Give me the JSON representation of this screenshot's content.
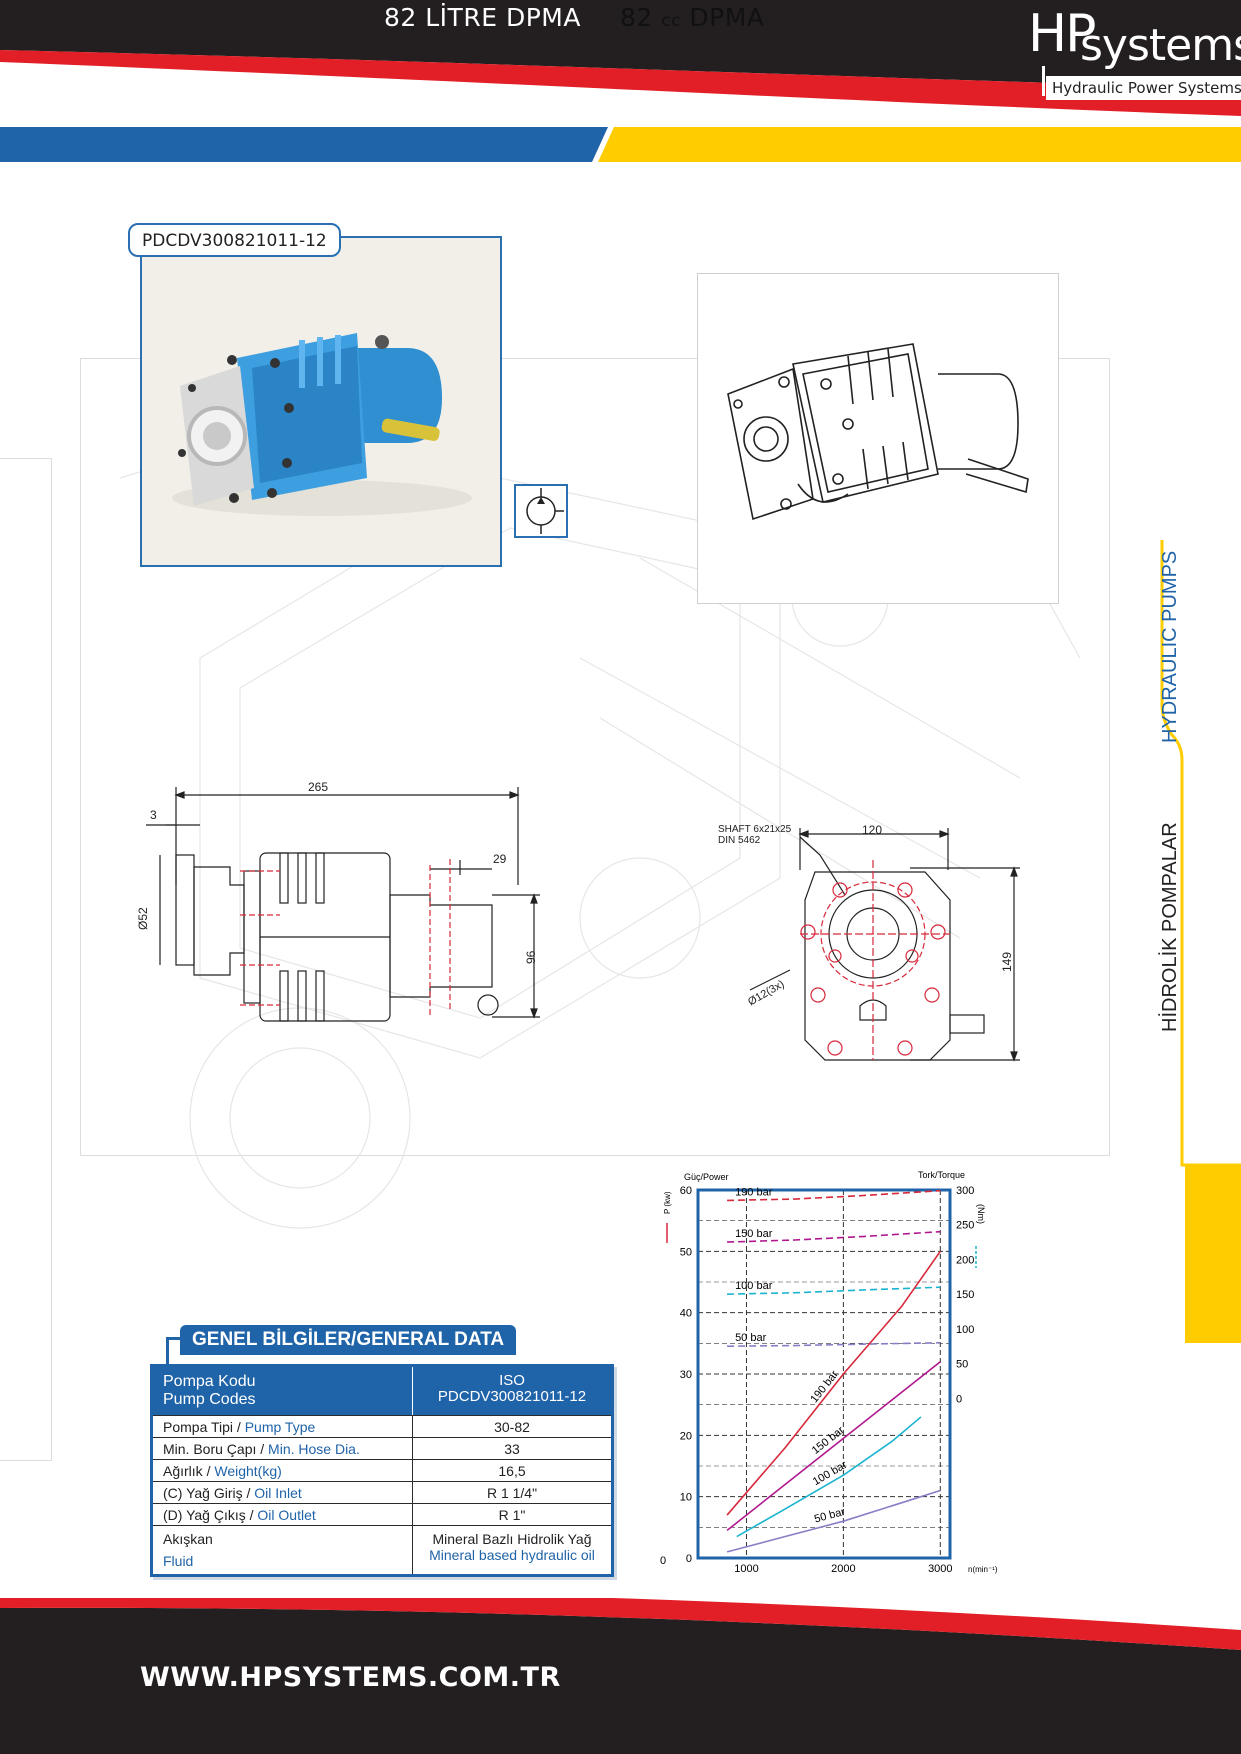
{
  "brand": {
    "hp": "HP",
    "systems": "systems",
    "tagline": "Hydraulic Power Systems"
  },
  "band": {
    "left": "82 LİTRE DPMA",
    "right_num": "82",
    "right_unit": "cc",
    "right_suffix": "DPMA"
  },
  "side_labels": {
    "en": "HYDRAULIC PUMPS",
    "tr": "HİDROLİK POMPALAR"
  },
  "product": {
    "code": "PDCDV300821011-12"
  },
  "drawing_side": {
    "overall": "265",
    "flange": "3",
    "offset": "29",
    "bore": "Ø52",
    "height": "96"
  },
  "drawing_front": {
    "shaft_line1": "SHAFT 6x21x25",
    "shaft_line2": "DIN 5462",
    "width": "120",
    "height": "149",
    "holes": "Ø12(3x)"
  },
  "table": {
    "title": "GENEL BİLGİLER/GENERAL DATA",
    "head": {
      "c1_line1": "Pompa Kodu",
      "c1_line2": "Pump Codes",
      "c2_line1": "ISO",
      "c2_line2": "PDCDV300821011-12"
    },
    "rows": [
      {
        "tr": "Pompa Tipi / ",
        "en": "Pump Type",
        "value": "30-82"
      },
      {
        "tr": "Min.  Boru Çapı / ",
        "en": "Min. Hose Dia.",
        "value": "33"
      },
      {
        "tr": "Ağırlık / ",
        "en": "Weight(kg)",
        "value": "16,5"
      },
      {
        "tr": "(C) Yağ Giriş / ",
        "en": "Oil Inlet",
        "value": "R 1 1/4\""
      },
      {
        "tr": "(D) Yağ Çıkış / ",
        "en": "Oil Outlet",
        "value": "R 1\""
      }
    ],
    "fluid": {
      "tr": "Akışkan",
      "en": "Fluid",
      "value_tr": "Mineral Bazlı Hidrolik Yağ",
      "value_en": "Mineral based hydraulic oil"
    }
  },
  "chart_data": {
    "type": "line",
    "title": "",
    "left_axis_title": "Güç/Power",
    "left_axis_unit": "P (kw)",
    "right_axis_title": "Tork/Torque",
    "right_axis_unit": "(Nm)",
    "xlabel": "n(min⁻¹)",
    "x_ticks": [
      1000,
      2000,
      3000
    ],
    "xlim": [
      500,
      3100
    ],
    "y_ticks": [
      0,
      10,
      20,
      30,
      40,
      50,
      60
    ],
    "ylim": [
      0,
      60
    ],
    "y2_ticks": [
      0,
      50,
      100,
      150,
      200,
      250,
      300
    ],
    "y2lim": [
      -230,
      300
    ],
    "grid": true,
    "power_series": [
      {
        "name": "190 bar",
        "color": "#d6293b",
        "x": [
          800,
          1400,
          2000,
          2600,
          3000
        ],
        "y": [
          7,
          18,
          30,
          41,
          50
        ]
      },
      {
        "name": "150 bar",
        "color": "#b0178f",
        "x": [
          800,
          1400,
          2000,
          2600,
          3000
        ],
        "y": [
          4.5,
          12,
          19.5,
          27,
          32
        ]
      },
      {
        "name": "100 bar",
        "color": "#1ab4d0",
        "x": [
          900,
          1400,
          2000,
          2500,
          2800
        ],
        "y": [
          3.5,
          8,
          13.5,
          19,
          23
        ]
      },
      {
        "name": "50 bar",
        "color": "#8a7cc6",
        "x": [
          800,
          1400,
          2000,
          2600,
          3000
        ],
        "y": [
          1,
          3.5,
          6,
          9,
          11
        ]
      }
    ],
    "torque_series": [
      {
        "name": "190 bar",
        "color": "#d6293b",
        "x": [
          800,
          1500,
          2200,
          3000
        ],
        "y": [
          285,
          287,
          292,
          299
        ]
      },
      {
        "name": "150 bar",
        "color": "#b0178f",
        "x": [
          800,
          1500,
          2200,
          3000
        ],
        "y": [
          225,
          228,
          233,
          240
        ]
      },
      {
        "name": "100 bar",
        "color": "#1ab4d0",
        "x": [
          800,
          1500,
          2200,
          3000
        ],
        "y": [
          150,
          152,
          156,
          160
        ]
      },
      {
        "name": "50 bar",
        "color": "#8a7cc6",
        "x": [
          800,
          1500,
          2200,
          3000
        ],
        "y": [
          75,
          76,
          78,
          80
        ]
      }
    ]
  },
  "footer": {
    "url": "WWW.HPSYSTEMS.COM.TR"
  },
  "colors": {
    "blue": "#1f63a8",
    "yellow": "#ffcc00",
    "red": "#e21f26",
    "dark": "#231f20"
  }
}
